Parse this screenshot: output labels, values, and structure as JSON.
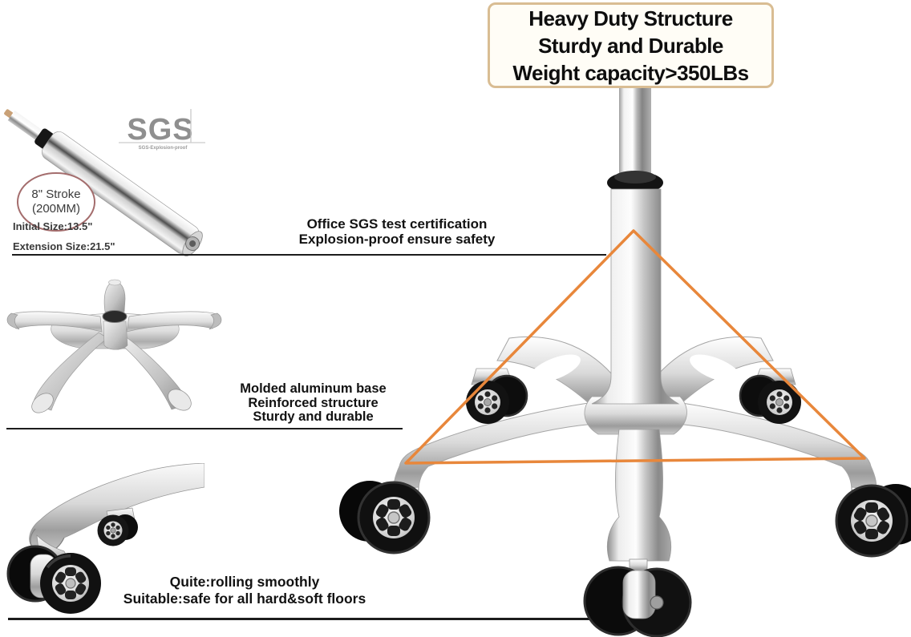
{
  "banner": {
    "lines": [
      "Heavy Duty Structure",
      "Sturdy and Durable",
      "Weight capacity>350LBs"
    ]
  },
  "gas_lift": {
    "logo": "SGS",
    "logo_sub": "SGS-Explosion-proof",
    "stroke_line1": "8\" Stroke",
    "stroke_line2": "(200MM)",
    "initial_size": "Initial Size:13.5\"",
    "extension_size": "Extension Size:21.5\""
  },
  "callouts": {
    "certification": {
      "line1": "Office SGS test certification",
      "line2": "Explosion-proof ensure safety"
    },
    "base": {
      "line1": "Molded aluminum base",
      "line2": "Reinforced structure",
      "line3": "Sturdy and durable"
    },
    "casters": {
      "line1": "Quite:rolling smoothly",
      "line2": "Suitable:safe for all hard&soft floors"
    }
  },
  "colors": {
    "accent_orange": "#e8873b",
    "banner_border": "#d9bd93",
    "banner_background": "#fffdf6",
    "text": "#121212",
    "sgs_logo_gray": "#8f8f8f",
    "stroke_ellipse": "#a46d6d"
  }
}
